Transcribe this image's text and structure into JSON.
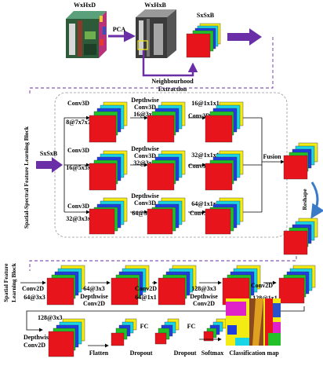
{
  "header": {
    "cube1_label": "WxHxD",
    "cube2_label": "WxHxB",
    "cube3_label": "SxSxB",
    "pca_label": "PCA",
    "neighbourhood_label_1": "Neighbourhood",
    "neighbourhood_label_2": "Extraction"
  },
  "spatial_spectral_block": {
    "title": "Spatial-Spectral Feature Learning Block",
    "input_label": "SxSxB",
    "rows": [
      {
        "conv3d": "Conv3D",
        "conv3d_filters": "8@7x7x7",
        "dw_1": "Depthwise",
        "dw_2": "Conv3D",
        "dw_filters": "16@3x3x3",
        "pw_filters": "16@1x1x1",
        "pw_label": "Conv3D"
      },
      {
        "conv3d": "Conv3D",
        "conv3d_filters": "16@5x5x5",
        "dw_1": "Depthwise",
        "dw_2": "Conv3D",
        "dw_filters": "32@3x3x3",
        "pw_filters": "32@1x1x1",
        "pw_label": "Conv3D"
      },
      {
        "conv3d": "Conv3D",
        "conv3d_filters": "32@3x3x3",
        "dw_1": "Depthwise",
        "dw_2": "Conv3D",
        "dw_filters": "64@3x3x3",
        "pw_filters": "64@1x1x1",
        "pw_label": "Conv3D"
      }
    ],
    "fusion_label": "Fusion",
    "reshape_label": "Reshape"
  },
  "spatial_block": {
    "title_1": "Spatial Feature",
    "title_2": "Learning Block",
    "layers": [
      {
        "line1": "Conv2D",
        "line2": "64@3x3",
        "line3": ""
      },
      {
        "line1": "64@3x3",
        "line2": "Depthwise",
        "line3": "Conv2D"
      },
      {
        "line1": "Conv2D",
        "line2": "64@1x1",
        "line3": ""
      },
      {
        "line1": "128@3x3",
        "line2": "Depthwise",
        "line3": "Conv2D"
      },
      {
        "line1": "Conv2D",
        "line2": "128@1x1",
        "line3": ""
      }
    ]
  },
  "classifier": {
    "dw_filters": "128@3x3",
    "dw_1": "Depthwise",
    "dw_2": "Conv2D",
    "flatten_label": "Flatten",
    "fc1_label": "FC",
    "dropout1_label": "Dropout",
    "fc2_label": "FC",
    "dropout2_label": "Dropout",
    "softmax_label": "Softmax",
    "output_label": "Classification map"
  },
  "colors": {
    "slice_red": "#e8141b",
    "slice_green": "#22c12a",
    "slice_blue": "#1f3ee0",
    "slice_cyan": "#19d6e6",
    "slice_yellow": "#f2ec14",
    "flow_arrow": "#6a2fa6",
    "reshape_arrow": "#3a7bc8"
  }
}
